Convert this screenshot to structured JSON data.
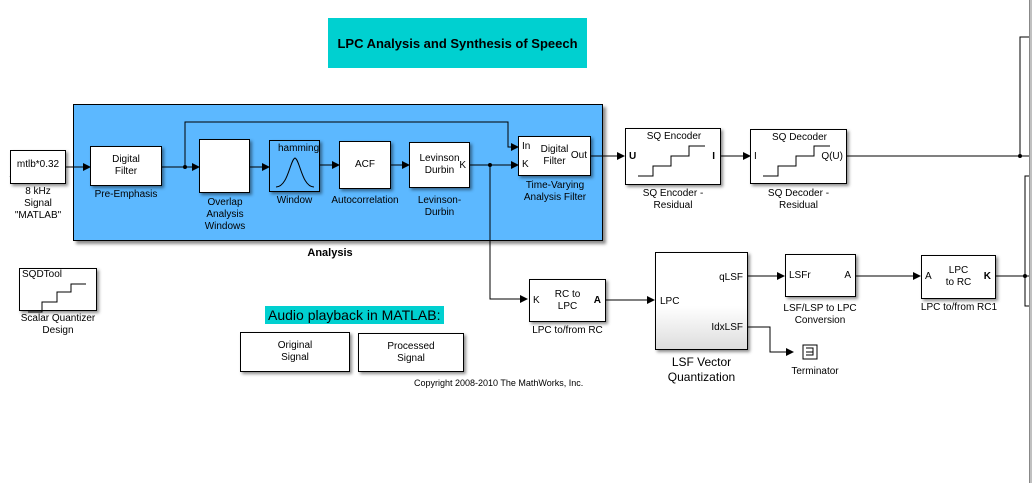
{
  "title": "LPC Analysis and Synthesis of Speech",
  "subsystem": {
    "label": "Analysis",
    "color": "#5cb8ff"
  },
  "blocks": {
    "source": {
      "text": "mtlb*0.32",
      "label_lines": [
        "8 kHz",
        "Signal",
        "\"MATLAB\""
      ]
    },
    "pre_emphasis": {
      "text_lines": [
        "Digital",
        "Filter"
      ],
      "label": "Pre-Emphasis"
    },
    "overlap": {
      "label_lines": [
        "Overlap",
        "Analysis",
        "Windows"
      ]
    },
    "window": {
      "text": "hamming",
      "label": "Window"
    },
    "acf": {
      "text": "ACF",
      "label": "Autocorrelation"
    },
    "levinson": {
      "text_lines": [
        "Levinson",
        "Durbin"
      ],
      "port_out": "K",
      "label_lines": [
        "Levinson-",
        "Durbin"
      ]
    },
    "tv_filter": {
      "text_lines": [
        "Digital",
        "Filter"
      ],
      "port_in1": "In",
      "port_in2": "K",
      "port_out": "Out",
      "label_lines": [
        "Time-Varying",
        "Analysis Filter"
      ]
    },
    "sq_encoder": {
      "text": "SQ Encoder",
      "port_in": "U",
      "port_out": "I",
      "label_lines": [
        "SQ Encoder -",
        "Residual"
      ]
    },
    "sq_decoder": {
      "text": "SQ Decoder",
      "port_in": "I",
      "port_out": "Q(U)",
      "label_lines": [
        "SQ Decoder -",
        "Residual"
      ]
    },
    "sqdtool": {
      "text": "SQDTool",
      "label_lines": [
        "Scalar Quantizer",
        "Design"
      ]
    },
    "rc_to_lpc": {
      "text_lines": [
        "RC to",
        "LPC"
      ],
      "port_in": "K",
      "port_out": "A",
      "label": "LPC to/from RC"
    },
    "lsf_vq": {
      "port_in": "LPC",
      "port_out1": "qLSF",
      "port_out2": "IdxLSF",
      "label_lines": [
        "LSF Vector",
        "Quantization"
      ]
    },
    "lsf_to_lpc": {
      "port_in": "LSFr",
      "port_out": "A",
      "label_lines": [
        "LSF/LSP to LPC",
        "Conversion"
      ]
    },
    "terminator": {
      "label": "Terminator"
    },
    "lpc_to_rc": {
      "text_lines": [
        "LPC",
        "to RC"
      ],
      "port_in": "A",
      "port_out": "K",
      "label": "LPC to/from RC1"
    }
  },
  "audio": {
    "title": "Audio playback in MATLAB:",
    "original": [
      "Original",
      "Signal"
    ],
    "processed": [
      "Processed",
      "Signal"
    ]
  },
  "copyright": "Copyright 2008-2010 The MathWorks, Inc."
}
